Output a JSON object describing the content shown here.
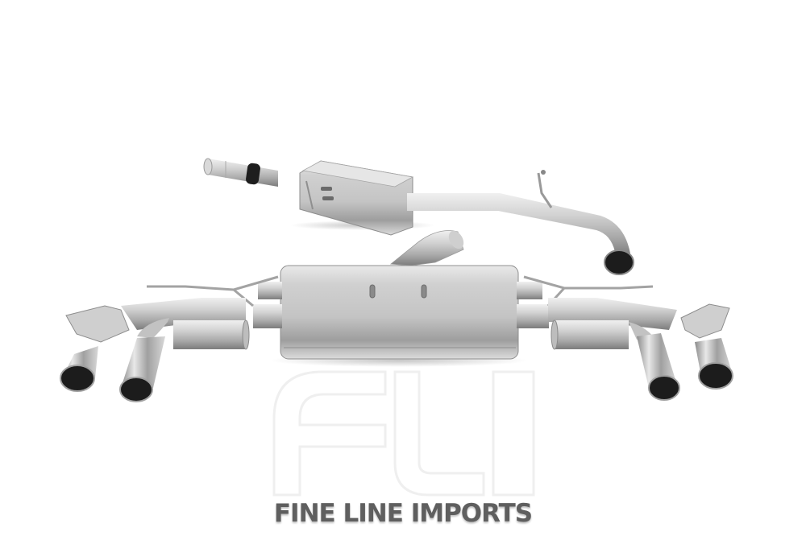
{
  "image": {
    "subject": "Stainless steel cat-back exhaust system with rear silencer, centre section and quad polished tailpipes",
    "background_color": "#ffffff",
    "steel_color": "#b9b9b9",
    "steel_highlight": "#ececec",
    "steel_shadow": "#7a7a7a",
    "pipe_interior": "#1f1f1f"
  },
  "watermark": {
    "logo_letters": "FLI",
    "brand_text": "FINE LINE IMPORTS",
    "text_color": "#5f5f5f",
    "logo_color": "#f4f4f4"
  }
}
